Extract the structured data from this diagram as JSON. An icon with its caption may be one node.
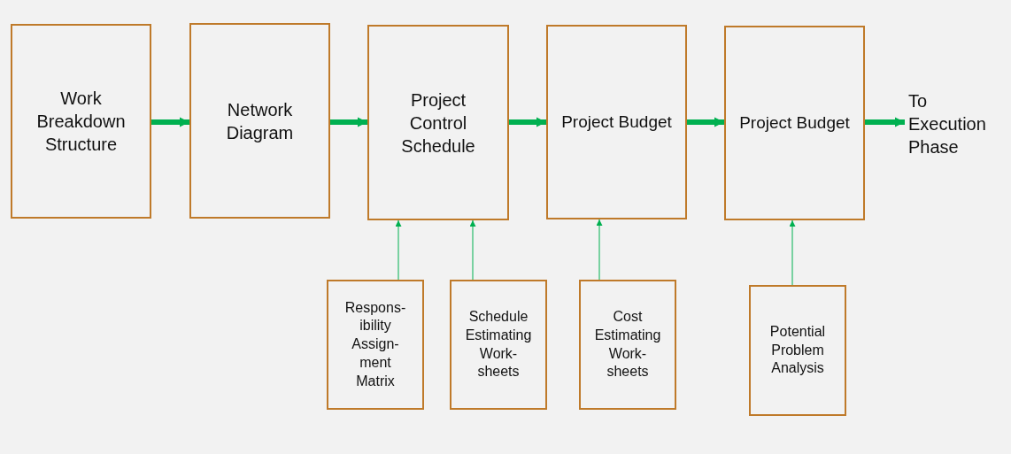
{
  "diagram": {
    "nodes": [
      {
        "text": [
          "Work Breakdown Structure"
        ]
      },
      {
        "text": [
          "Network Diagram"
        ]
      },
      {
        "text": [
          "Project Control Schedule"
        ]
      },
      {
        "text": [
          "Project Budget"
        ]
      },
      {
        "text": [
          "Project Budget"
        ]
      },
      {
        "text": [
          "To Execution Phase"
        ]
      },
      {
        "text": [
          "Respons- ibility Assign- ment Matrix"
        ]
      },
      {
        "text": [
          "Schedule Estimating Work- sheets"
        ]
      },
      {
        "text": [
          "Cost Estimating Work- sheets"
        ]
      },
      {
        "text": [
          "Potential Problem Analysis"
        ]
      }
    ],
    "edges": [
      {
        "from": 0,
        "to": 1,
        "arrow": "to"
      },
      {
        "from": 1,
        "to": 2,
        "arrow": "to"
      },
      {
        "from": 2,
        "to": 3,
        "arrow": "to"
      },
      {
        "from": 3,
        "to": 4,
        "arrow": "to"
      },
      {
        "from": 4,
        "to": 5,
        "arrow": "to"
      },
      {
        "from": 6,
        "to": 2,
        "arrow": "to"
      },
      {
        "from": 7,
        "to": 2,
        "arrow": "to"
      },
      {
        "from": 8,
        "to": 3,
        "arrow": "to"
      },
      {
        "from": 9,
        "to": 4,
        "arrow": "to"
      }
    ]
  }
}
